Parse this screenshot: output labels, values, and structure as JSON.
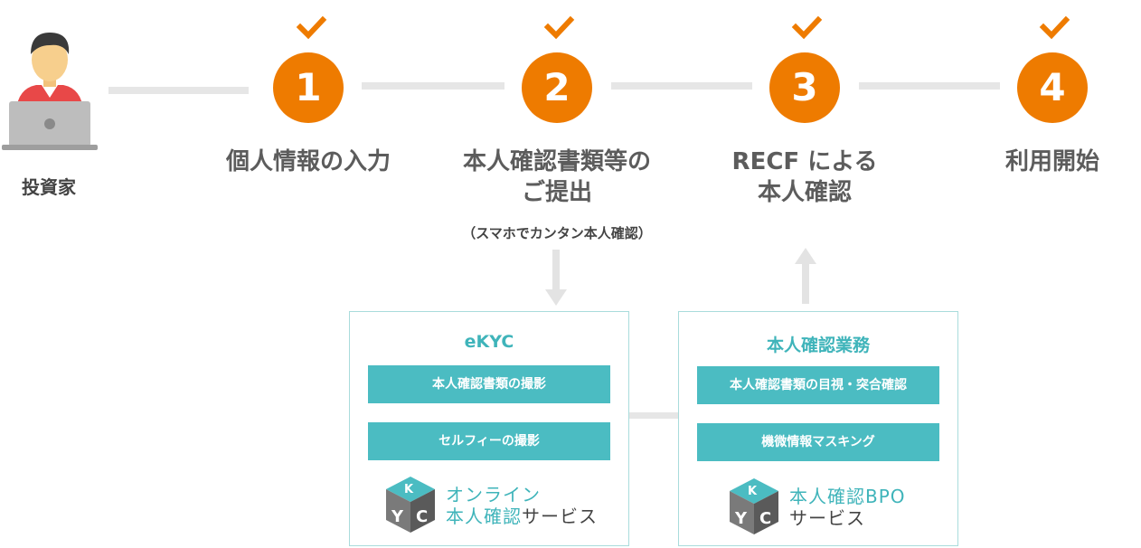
{
  "investor": {
    "label": "投資家",
    "icon": "investor-laptop-icon"
  },
  "steps": [
    {
      "number": "1",
      "label_lines": [
        "個人情報の入力"
      ],
      "sub": ""
    },
    {
      "number": "2",
      "label_lines": [
        "本人確認書類等の",
        "ご提出"
      ],
      "sub": "（スマホでカンタン本人確認）"
    },
    {
      "number": "3",
      "label_lines": [
        "RECF による",
        "本人確認"
      ],
      "sub": ""
    },
    {
      "number": "4",
      "label_lines": [
        "利用開始"
      ],
      "sub": ""
    }
  ],
  "ekyc": {
    "title": "eKYC",
    "items": [
      "本人確認書類の撮影",
      "セルフィーの撮影"
    ],
    "logo": {
      "line1": "オンライン",
      "line2_teal": "本人確認",
      "line2_gray": "サービス"
    }
  },
  "bpo": {
    "title": "本人確認業務",
    "items": [
      "本人確認書類の目視・突合確認",
      "機微情報マスキング"
    ],
    "logo": {
      "line1": "本人確認BPO",
      "line2": "サービス"
    }
  },
  "colors": {
    "accent": "#ee7b00",
    "teal": "#4bbcc2",
    "line": "#e6e6e6"
  }
}
